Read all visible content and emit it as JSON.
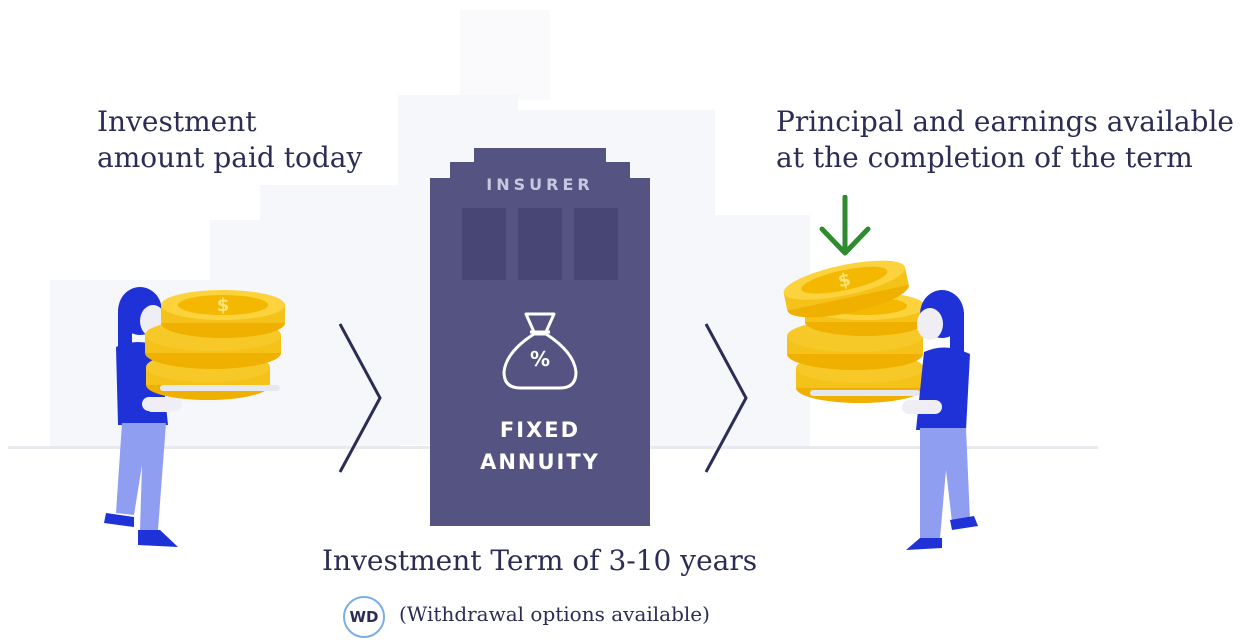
{
  "left_caption": {
    "line1": "Investment",
    "line2": "amount paid today"
  },
  "right_caption": {
    "line1": "Principal and earnings available",
    "line2": "at the completion of the term"
  },
  "building": {
    "top_label": "INSURER",
    "label_line1": "FIXED",
    "label_line2": "ANNUITY",
    "icon": "money-bag-percent-icon",
    "icon_text": "%"
  },
  "term_caption": "Investment Term of 3-10 years",
  "withdrawal": {
    "badge": "WD",
    "text": "(Withdrawal options available)"
  },
  "icons": [
    "person-with-coins-left",
    "person-with-coins-right",
    "chevron-right-icon",
    "down-arrow-icon",
    "money-bag-percent-icon"
  ],
  "colors": {
    "text": "#2b2d55",
    "building": "#545382",
    "window": "#474675",
    "arrow": "#2e8b2e",
    "coin": "#f5b800",
    "shirt": "#1f32d8",
    "pants": "#8f9ef0",
    "badge_ring": "#7aaeea"
  }
}
